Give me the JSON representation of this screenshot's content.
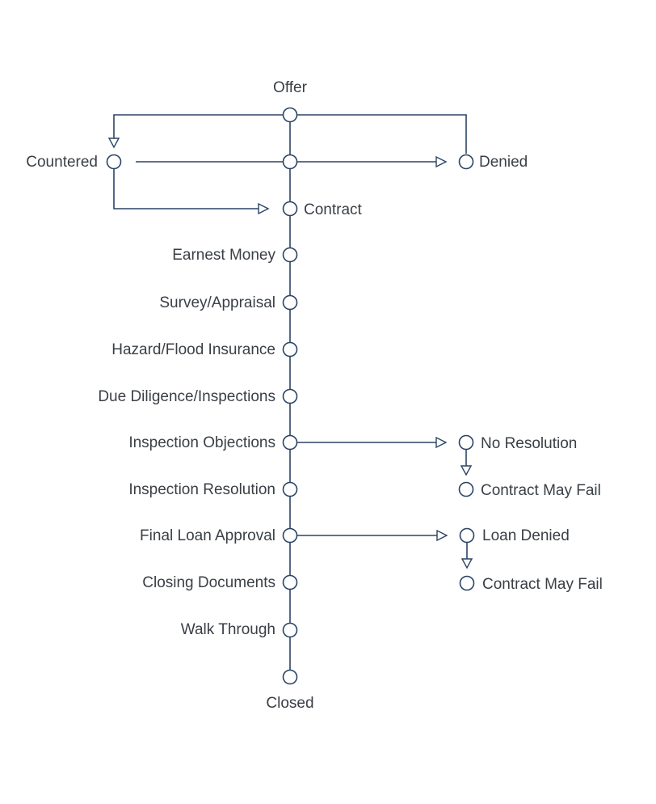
{
  "nodes": {
    "offer": "Offer",
    "countered": "Countered",
    "denied": "Denied",
    "contract": "Contract",
    "earnest_money": "Earnest Money",
    "survey_appraisal": "Survey/Appraisal",
    "hazard_flood_insurance": "Hazard/Flood Insurance",
    "due_diligence": "Due Diligence/Inspections",
    "inspection_objections": "Inspection Objections",
    "no_resolution": "No Resolution",
    "contract_may_fail_1": "Contract May Fail",
    "inspection_resolution": "Inspection Resolution",
    "final_loan_approval": "Final Loan Approval",
    "loan_denied": "Loan Denied",
    "contract_may_fail_2": "Contract May Fail",
    "closing_documents": "Closing Documents",
    "walk_through": "Walk Through",
    "closed": "Closed"
  },
  "colors": {
    "line": "#2b4466",
    "text": "#3a3f45",
    "background": "#ffffff"
  }
}
